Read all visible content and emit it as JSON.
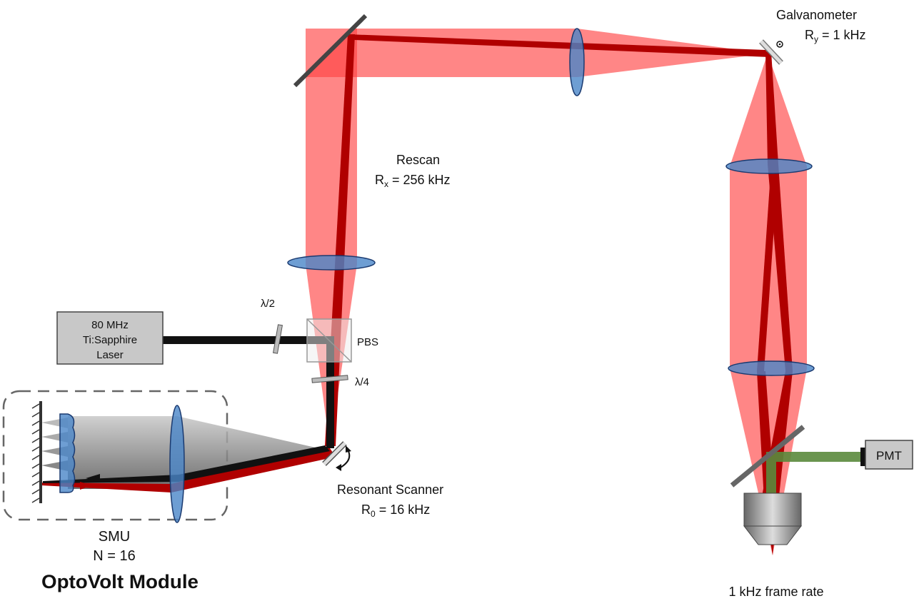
{
  "labels": {
    "galvo_title": "Galvanometer",
    "galvo_rate": "R",
    "galvo_sub": "y",
    "galvo_val": " = 1 kHz",
    "rescan_title": "Rescan",
    "rescan_rate": "R",
    "rescan_sub": "x",
    "rescan_val": " = 256 kHz",
    "laser_line1": "80 MHz",
    "laser_line2": "Ti:Sapphire",
    "laser_line3": "Laser",
    "half_wave": "λ/2",
    "pbs": "PBS",
    "quarter_wave": "λ/4",
    "scanner_title": "Resonant Scanner",
    "scanner_rate": "R",
    "scanner_sub": "0",
    "scanner_val": " = 16 kHz",
    "smu_title": "SMU",
    "smu_n": "N = 16",
    "module": "OptoVolt Module",
    "pmt": "PMT",
    "frame_rate": "1 kHz frame rate"
  },
  "colors": {
    "beam_light": "#ff8080",
    "beam_dark": "#b00000",
    "lens": "#4a86c8",
    "fluorescence": "#5a8a3c"
  }
}
